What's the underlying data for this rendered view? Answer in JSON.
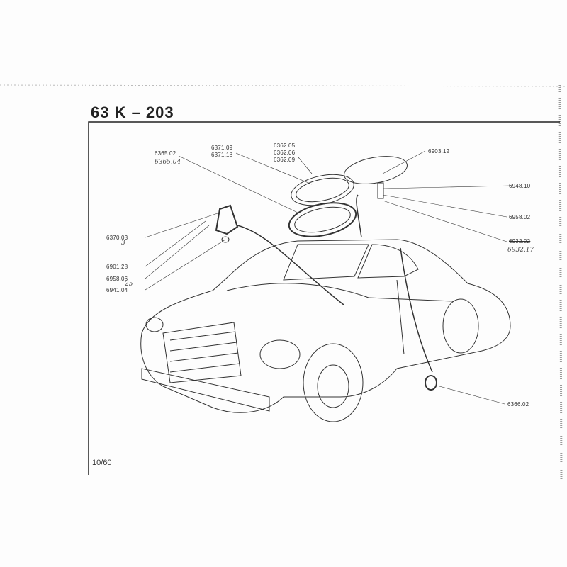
{
  "header": {
    "title": "63 K  –  203"
  },
  "footer": {
    "page": "10/60"
  },
  "labels": {
    "l6365_02": "6365.02",
    "l6365_04": "6365.04",
    "l6371_09": "6371.09",
    "l6371_18": "6371.18",
    "l6362_05": "6362.05",
    "l6362_06": "6362.06",
    "l6362_09": "6362.09",
    "l6903_12": "6903.12",
    "l6948_10": "6948.10",
    "l6958_02": "6958.02",
    "l6932_02": "6932.02",
    "l6932_17": "6932.17",
    "l6370_03": "6370.03",
    "l6370_hw": "3",
    "l6901_28": "6901.28",
    "l6958_06": "6958.06",
    "l25": "25",
    "l6941_04": "6941.04",
    "l6366_02": "6366.02"
  }
}
